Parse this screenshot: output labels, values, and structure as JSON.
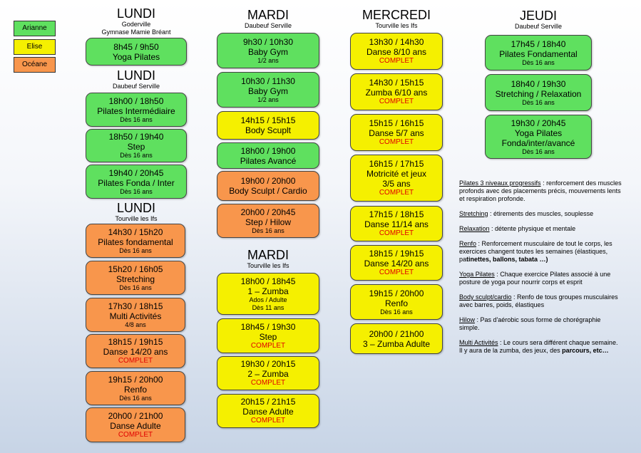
{
  "legend": [
    {
      "label": "Arianne",
      "color": "#5fe05f"
    },
    {
      "label": "Elise",
      "color": "#f5f000"
    },
    {
      "label": "Océane",
      "color": "#f8964c"
    }
  ],
  "lundi1": {
    "day": "LUNDI",
    "loc": "Goderville",
    "loc2": "Gymnase Mamie Bréant",
    "cards": [
      {
        "time": "8h45 / 9h50",
        "name": "Yoga Pilates"
      }
    ]
  },
  "lundi2": {
    "day": "LUNDI",
    "loc": "Daubeuf Serville",
    "cards": [
      {
        "time": "18h00 / 18h50",
        "name": "Pilates Intermédiaire",
        "sub": "Dès 16 ans"
      },
      {
        "time": "18h50 / 19h40",
        "name": "Step",
        "sub": "Dès 16 ans"
      },
      {
        "time": "19h40 / 20h45",
        "name": "Pilates Fonda / Inter",
        "sub": "Dès 16 ans"
      }
    ]
  },
  "lundi3": {
    "day": "LUNDI",
    "loc": "Tourville les Ifs",
    "cards": [
      {
        "time": "14h30 / 15h20",
        "name": "Pilates fondamental",
        "sub": "Dès 16 ans"
      },
      {
        "time": "15h20 / 16h05",
        "name": "Stretching",
        "sub": "Dès 16 ans"
      },
      {
        "time": "17h30 / 18h15",
        "name": "Multi Activités",
        "sub": "4/8 ans"
      },
      {
        "time": "18h15 / 19h15",
        "name": "Danse 14/20 ans",
        "status": "COMPLET"
      },
      {
        "time": "19h15 / 20h00",
        "name": "Renfo",
        "sub": "Dès 16 ans"
      },
      {
        "time": "20h00 / 21h00",
        "name": "Danse Adulte",
        "status": "COMPLET"
      }
    ]
  },
  "mardi1": {
    "day": "MARDI",
    "loc": "Daubeuf Serville",
    "cards": [
      {
        "time": "9h30 / 10h30",
        "name": "Baby Gym",
        "sub": "1/2 ans"
      },
      {
        "time": "10h30 / 11h30",
        "name": "Baby Gym",
        "sub": "1/2 ans"
      },
      {
        "time": "14h15 / 15h15",
        "name": "Body Scuplt"
      },
      {
        "time": "18h00 / 19h00",
        "name": "Pilates Avancé"
      },
      {
        "time": "19h00 / 20h00",
        "name": "Body Sculpt / Cardio"
      },
      {
        "time": "20h00 / 20h45",
        "name": "Step / Hilow",
        "sub": "Dès 16 ans"
      }
    ]
  },
  "mardi2": {
    "day": "MARDI",
    "loc": "Tourville les Ifs",
    "cards": [
      {
        "time": "18h00 / 18h45",
        "name": "1 – Zumba",
        "sub": "Ados / Adulte",
        "sub2": "Dès 11 ans"
      },
      {
        "time": "18h45 / 19h30",
        "name": "Step",
        "status": "COMPLET"
      },
      {
        "time": "19h30 / 20h15",
        "name": "2 – Zumba",
        "status": "COMPLET"
      },
      {
        "time": "20h15 / 21h15",
        "name": "Danse Adulte",
        "status": "COMPLET"
      }
    ]
  },
  "mercredi": {
    "day": "MERCREDI",
    "loc": "Tourville les Ifs",
    "cards": [
      {
        "time": "13h30 / 14h30",
        "name": "Danse 8/10 ans",
        "status": "COMPLET"
      },
      {
        "time": "14h30 / 15h15",
        "name": "Zumba 6/10 ans",
        "status": "COMPLET"
      },
      {
        "time": "15h15 / 16h15",
        "name": "Danse 5/7 ans",
        "status": "COMPLET"
      },
      {
        "time": "16h15 / 17h15",
        "name": "Motricité et jeux",
        "name2": "3/5 ans",
        "status": "COMPLET"
      },
      {
        "time": "17h15 / 18h15",
        "name": "Danse 11/14 ans",
        "status": "COMPLET"
      },
      {
        "time": "18h15 / 19h15",
        "name": "Danse 14/20 ans",
        "status": "COMPLET"
      },
      {
        "time": "19h15 / 20h00",
        "name": "Renfo",
        "sub": "Dès 16 ans"
      },
      {
        "time": "20h00 / 21h00",
        "name": "3 – Zumba Adulte"
      }
    ]
  },
  "jeudi": {
    "day": "JEUDI",
    "loc": "Daubeuf Serville",
    "cards": [
      {
        "time": "17h45 / 18h40",
        "name": "Pilates Fondamental",
        "sub": "Dès 16 ans"
      },
      {
        "time": "18h40 / 19h30",
        "name": "Stretching / Relaxation",
        "sub": "Dès 16 ans"
      },
      {
        "time": "19h30 / 20h45",
        "name": "Yoga Pilates",
        "name2": "Fonda/inter/avancé",
        "sub": "Dès 16 ans"
      }
    ]
  },
  "notes": [
    {
      "key": "Pilates 3 niveaux progressifs",
      "text": " : renforcement des muscles profonds avec des placements précis, mouvements lents et respiration profonde."
    },
    {
      "key": "Stretching",
      "text": " : étirements des muscles, souplesse"
    },
    {
      "key": "Relaxation",
      "text": " : détente physique et mentale"
    },
    {
      "key": "Renfo",
      "text": " : Renforcement musculaire de tout le corps, les exercices changent toutes les semaines (élastiques, pa",
      "bold": "tinettes, ballons, tabata …)"
    },
    {
      "key": "Yoga Pilates",
      "text": " : Chaque exercice Pilates associé à une posture de yoga pour nourrir corps et esprit"
    },
    {
      "key": "Body sculpt/cardio",
      "text": " : Renfo de tous groupes musculaires avec barres, poids, élastiques"
    },
    {
      "key": "Hilow",
      "text": " : Pas d'aérobic sous forme de chorégraphie simple."
    },
    {
      "key": "Multi Activités",
      "text": " : Le cours sera différent chaque semaine. Il y aura de la zumba, des jeux, des ",
      "bold": "parcours, etc…"
    }
  ]
}
